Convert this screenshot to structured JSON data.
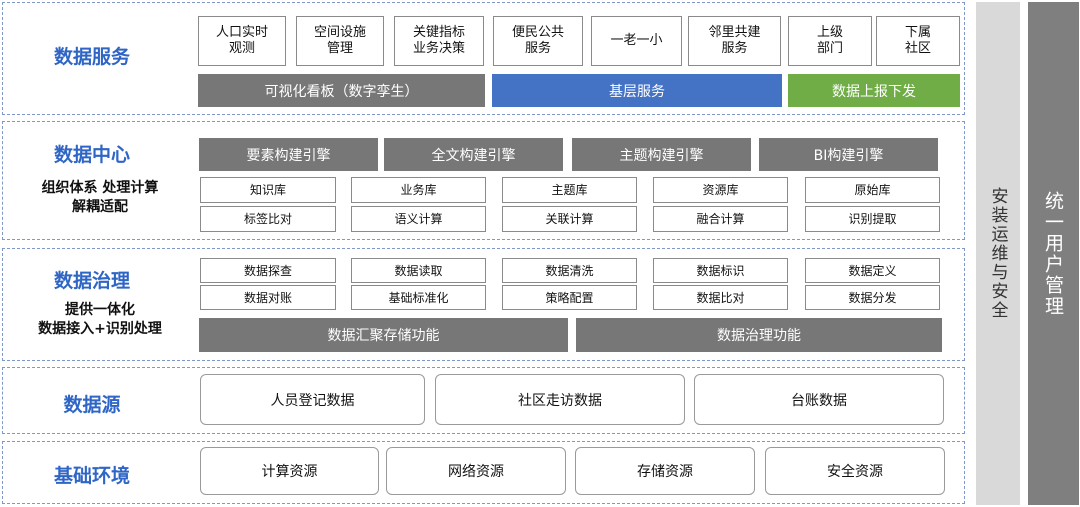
{
  "side": {
    "security_ops": "安装运维与安全",
    "unified_user": "统一用户管理"
  },
  "layers": {
    "services": {
      "title": "数据服务",
      "boxes": [
        "人口实时\n观测",
        "空间设施\n管理",
        "关键指标\n业务决策",
        "便民公共\n服务",
        "一老一小",
        "邻里共建\n服务",
        "上级\n部门",
        "下属\n社区"
      ],
      "bars": [
        "可视化看板（数字孪生）",
        "基层服务",
        "数据上报下发"
      ],
      "colors": {
        "dark_bar": "#777777",
        "blue_bar": "#4472c4",
        "green_bar": "#70ad47"
      }
    },
    "center": {
      "title": "数据中心",
      "subtitle_lines": [
        "组织体系 处理计算",
        "解耦适配"
      ],
      "engines": [
        "要素构建引擎",
        "全文构建引擎",
        "主题构建引擎",
        "BI构建引擎"
      ],
      "row1": [
        "知识库",
        "业务库",
        "主题库",
        "资源库",
        "原始库"
      ],
      "row2": [
        "标签比对",
        "语义计算",
        "关联计算",
        "融合计算",
        "识别提取"
      ]
    },
    "governance": {
      "title": "数据治理",
      "subtitle_lines": [
        "提供一体化",
        "数据接入+识别处理"
      ],
      "row1": [
        "数据探查",
        "数据读取",
        "数据清洗",
        "数据标识",
        "数据定义"
      ],
      "row2": [
        "数据对账",
        "基础标准化",
        "策略配置",
        "数据比对",
        "数据分发"
      ],
      "bars": [
        "数据汇聚存储功能",
        "数据治理功能"
      ]
    },
    "sources": {
      "title": "数据源",
      "items": [
        "人员登记数据",
        "社区走访数据",
        "台账数据"
      ]
    },
    "infra": {
      "title": "基础环境",
      "items": [
        "计算资源",
        "网络资源",
        "存储资源",
        "安全资源"
      ]
    }
  },
  "colors": {
    "title_blue": "#2f66c6",
    "border_dash": "#7f97c9"
  }
}
